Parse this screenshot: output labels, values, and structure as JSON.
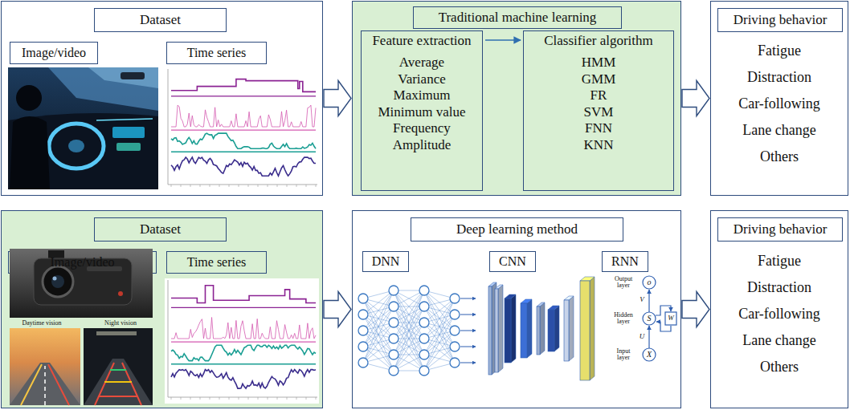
{
  "diagram": {
    "nodes": [
      {
        "text": []
      },
      {
        "text": [
          "Dataset"
        ],
        "in": 0
      },
      {
        "text": [
          "Image/video"
        ],
        "in": 0
      },
      {
        "text": [
          "Time series"
        ],
        "in": 0
      },
      {
        "text": []
      },
      {
        "text": [
          "Traditional machine learning"
        ],
        "in": 4
      },
      {
        "text": [
          "Feature extraction",
          "Average",
          "Variance",
          "Maximum",
          "Minimum value",
          "Frequency",
          "Amplitude"
        ],
        "in": 4
      },
      {
        "text": [
          "Classifier algorithm",
          "HMM",
          "GMM",
          "FR",
          "SVM",
          "FNN",
          "KNN"
        ],
        "in": 4
      },
      {
        "text": [
          "Fatigue",
          "Distraction",
          "Car-following",
          "Lane change",
          "Others"
        ]
      },
      {
        "text": [
          "Driving behavior"
        ],
        "in": 8
      },
      {
        "text": []
      },
      {
        "text": [
          "Dataset"
        ],
        "in": 10
      },
      {
        "text": [
          "Image/video"
        ],
        "in": 10
      },
      {
        "text": [
          "Time series"
        ],
        "in": 10
      },
      {
        "text": []
      },
      {
        "text": [
          "Deep learning method"
        ],
        "in": 14
      },
      {
        "text": [
          "DNN"
        ],
        "in": 14
      },
      {
        "text": [
          "CNN"
        ],
        "in": 14
      },
      {
        "text": [
          "RNN"
        ],
        "in": 14
      },
      {
        "text": [
          "Fatigue",
          "Distraction",
          "Car-following",
          "Lane change",
          "Others"
        ]
      },
      {
        "text": [
          "Driving behavior"
        ],
        "in": 19
      }
    ],
    "edges": [
      {
        "from": 0,
        "to": 4,
        "arrow": "to"
      },
      {
        "from": 4,
        "to": 8,
        "arrow": "to"
      },
      {
        "from": 6,
        "to": 7,
        "arrow": "to"
      },
      {
        "from": 10,
        "to": 14,
        "arrow": "to"
      },
      {
        "from": 14,
        "to": 19,
        "arrow": "to"
      }
    ],
    "labels": [
      "Daytime vision",
      "Night vision",
      "Output layer",
      "o",
      "V",
      "Hidden layer",
      "S",
      "W",
      "U",
      "Input layer",
      "X"
    ]
  }
}
